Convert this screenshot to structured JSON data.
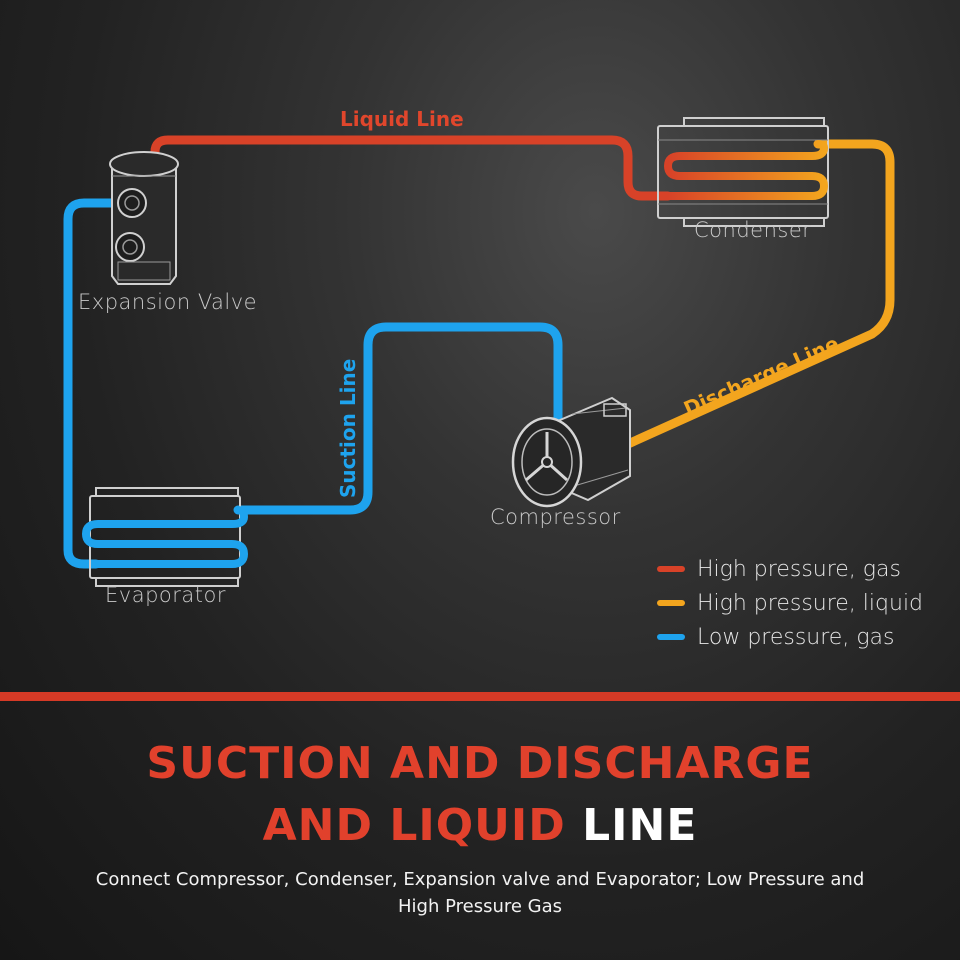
{
  "colors": {
    "high_pressure_gas": "#d84228",
    "high_pressure_liquid": "#f3a51e",
    "low_pressure_gas": "#1ea3ee",
    "divider": "#d63a26",
    "title_accent": "#e1412c"
  },
  "components": {
    "condenser": "Condenser",
    "expansion_valve": "Expansion Valve",
    "compressor": "Compressor",
    "evaporator": "Evaporator"
  },
  "lines": {
    "liquid": "Liquid Line",
    "discharge": "Discharge Line",
    "suction": "Suction Line"
  },
  "legend": [
    {
      "label": "High pressure, gas",
      "color": "#d84228"
    },
    {
      "label": "High pressure, liquid",
      "color": "#f3a51e"
    },
    {
      "label": "Low pressure, gas",
      "color": "#1ea3ee"
    }
  ],
  "heading": {
    "line1": "SUCTION AND DISCHARGE",
    "line2_accent": "AND LIQUID",
    "line2_plain": "LINE"
  },
  "subtitle": "Connect Compressor, Condenser, Expansion valve and Evaporator; Low Pressure and High Pressure Gas"
}
